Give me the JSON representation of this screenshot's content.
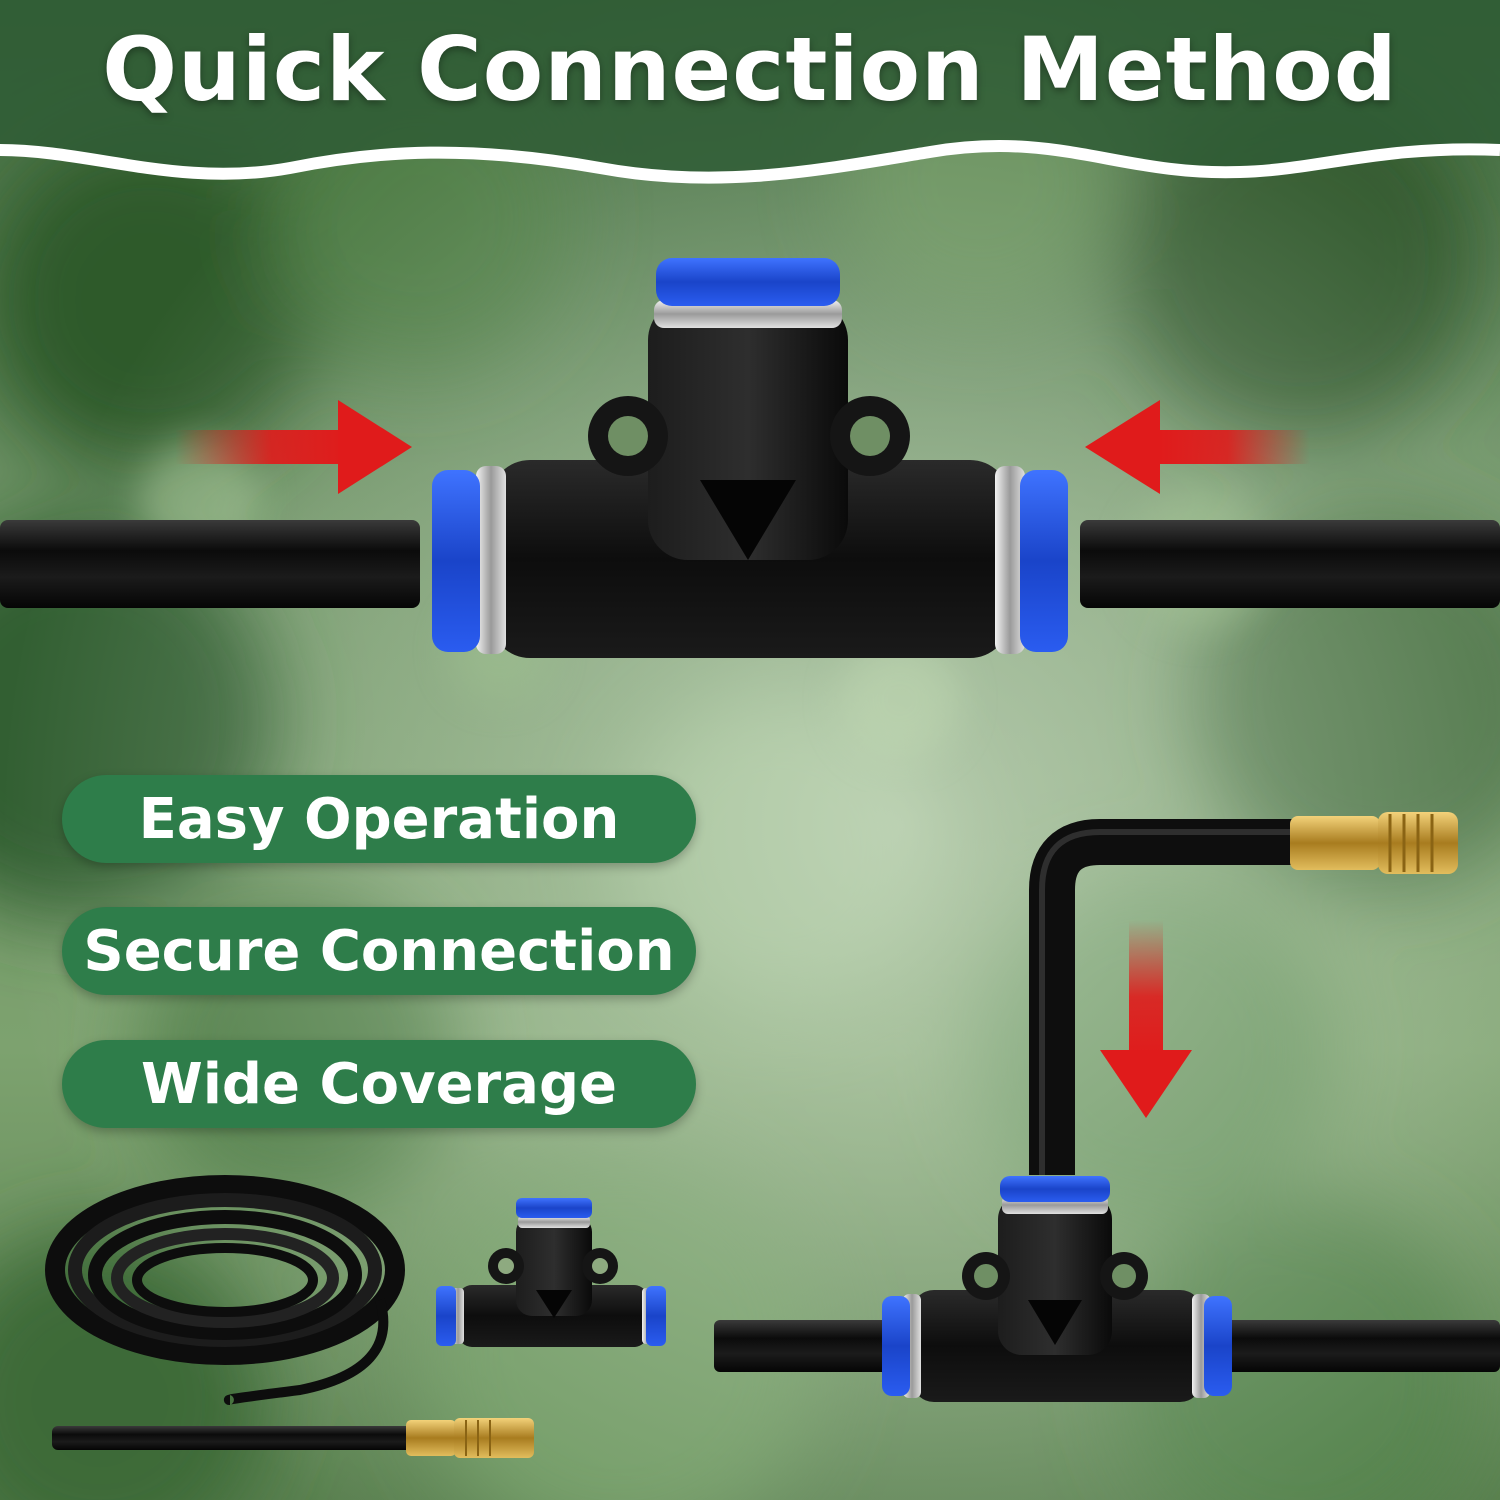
{
  "title": "Quick Connection Method",
  "features": [
    {
      "label": "Easy Operation"
    },
    {
      "label": "Secure Connection"
    },
    {
      "label": "Wide Coverage"
    }
  ],
  "colors": {
    "feature_pill": "#2e7d4a",
    "arrow": "#e01b1b",
    "fitting_body": "#111111",
    "push_collet": "#1f4fd6",
    "brass_nozzle": "#c9a23c"
  },
  "icons": [
    "right-arrow-icon",
    "left-arrow-icon",
    "down-arrow-icon"
  ]
}
